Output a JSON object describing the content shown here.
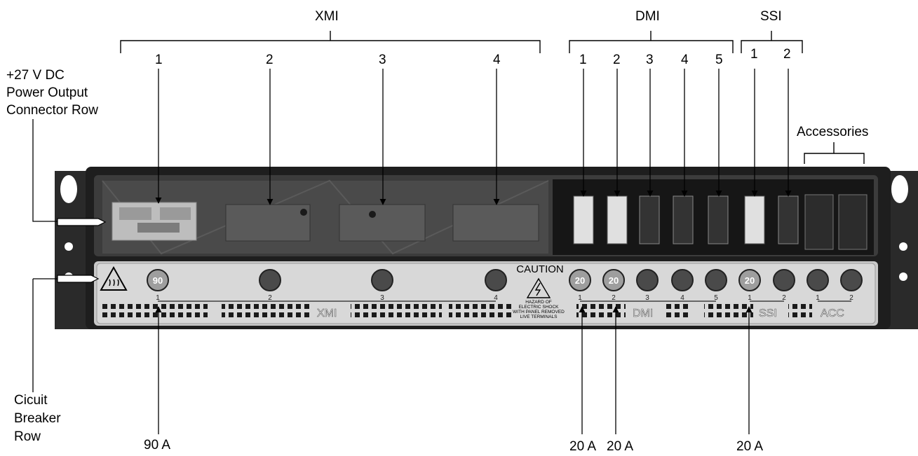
{
  "groups": {
    "xmi": {
      "label": "XMI",
      "numbers": [
        "1",
        "2",
        "3",
        "4"
      ]
    },
    "dmi": {
      "label": "DMI",
      "numbers": [
        "1",
        "2",
        "3",
        "4",
        "5"
      ]
    },
    "ssi": {
      "label": "SSI",
      "numbers": [
        "1",
        "2"
      ]
    },
    "accessories": {
      "label": "Accessories"
    }
  },
  "left_labels": {
    "power_row": [
      "+27 V DC",
      "Power Output",
      "Connector Row"
    ],
    "breaker_row": [
      "Cicuit",
      "Breaker",
      "Row"
    ]
  },
  "ratings": {
    "xmi1": "90 A",
    "dmi1": "20 A",
    "dmi2": "20 A",
    "ssi1": "20 A"
  },
  "panel": {
    "caution": "CAUTION",
    "warning": [
      "HAZARD OF",
      "ELECTRIC SHOCK",
      "WITH PANEL REMOVED",
      "LIVE TERMINALS"
    ],
    "section_labels": {
      "xmi": "XMI",
      "dmi": "DMI",
      "ssi": "SSI",
      "acc": "ACC"
    },
    "breaker_values": {
      "xmi1": "90",
      "dmi1": "20",
      "dmi2": "20",
      "ssi1": "20"
    },
    "breaker_numbers": {
      "xmi": [
        "1",
        "2",
        "3",
        "4"
      ],
      "dmi": [
        "1",
        "2",
        "3",
        "4",
        "5"
      ],
      "ssi": [
        "1",
        "2"
      ],
      "acc": [
        "1",
        "2"
      ]
    }
  },
  "colors": {
    "chassis": "#1e1e1e",
    "bay": "#3a3a3a",
    "breaker_panel": "#c9c9c9",
    "breaker_knob": "#4a4a4a"
  }
}
